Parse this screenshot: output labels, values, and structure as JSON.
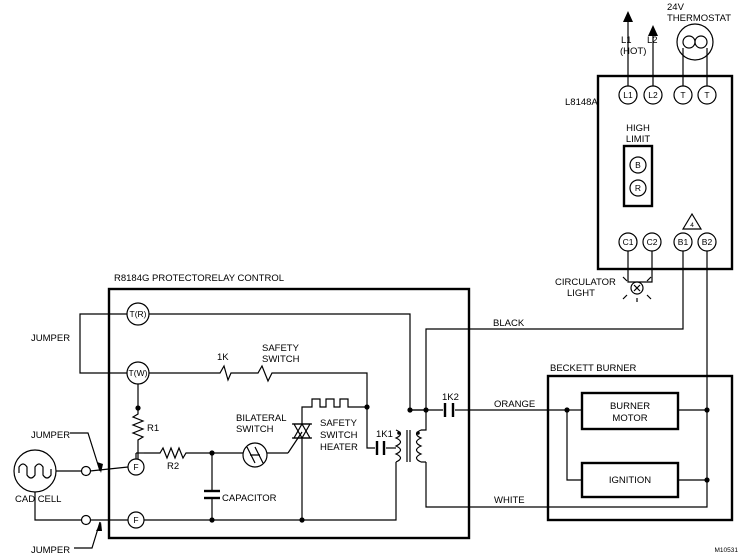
{
  "labels": {
    "thermostat_volt": "24V",
    "thermostat": "THERMOSTAT",
    "l1": "L1",
    "l1_hot": "(HOT)",
    "l2": "L2",
    "l8148a": "L8148A",
    "high_limit_1": "HIGH",
    "high_limit_2": "LIMIT",
    "circulator_1": "CIRCULATOR",
    "circulator_2": "LIGHT",
    "r8184g": "R8184G PROTECTORELAY CONTROL",
    "jumper_top": "JUMPER",
    "jumper_mid": "JUMPER",
    "jumper_bottom": "JUMPER",
    "cad_cell": "CAD CELL",
    "r1": "R1",
    "r2": "R2",
    "relay_1k": "1K",
    "safety_switch_1": "SAFETY",
    "safety_switch_2": "SWITCH",
    "bilateral_1": "BILATERAL",
    "bilateral_2": "SWITCH",
    "ssh_1": "SAFETY",
    "ssh_2": "SWITCH",
    "ssh_3": "HEATER",
    "capacitor": "CAPACITOR",
    "relay_1k1": "1K1",
    "relay_1k2": "1K2",
    "black": "BLACK",
    "orange": "ORANGE",
    "white": "WHITE",
    "beckett": "BECKETT BURNER",
    "burner_motor_1": "BURNER",
    "burner_motor_2": "MOTOR",
    "ignition": "IGNITION",
    "figure_id": "M10531",
    "note_number": "4"
  },
  "terminals": {
    "l1": "L1",
    "l2": "L2",
    "t1": "T",
    "t2": "T",
    "b": "B",
    "r": "R",
    "c1": "C1",
    "c2": "C2",
    "b1": "B1",
    "b2": "B2",
    "tr": "T(R)",
    "tw": "T(W)",
    "f1": "F",
    "f2": "F"
  }
}
